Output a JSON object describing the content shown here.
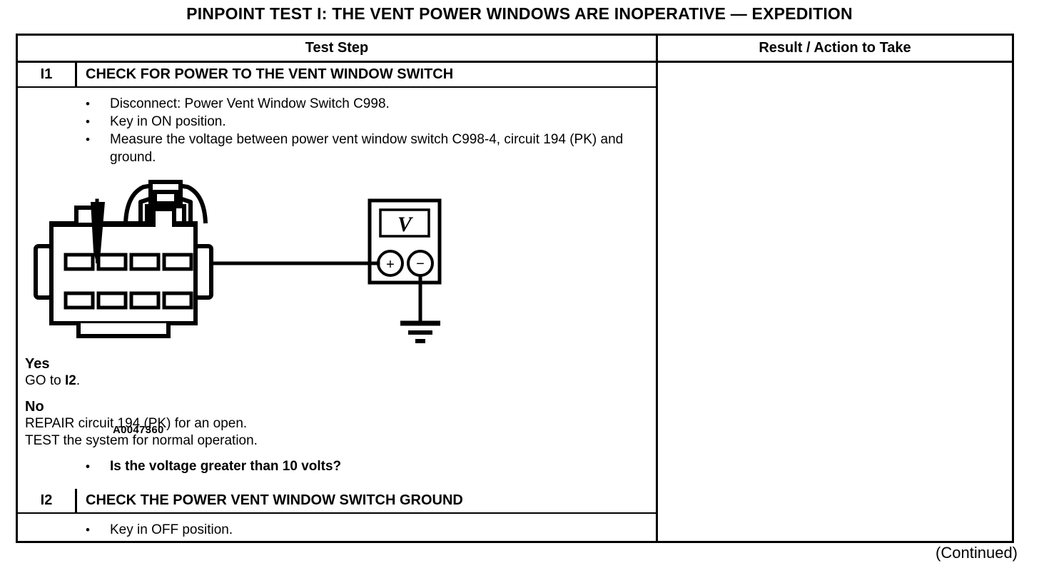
{
  "document": {
    "title": "PINPOINT TEST I: THE VENT POWER WINDOWS ARE INOPERATIVE — EXPEDITION",
    "footer_note": "(Continued)"
  },
  "table": {
    "headers": {
      "test_step": "Test Step",
      "result_action": "Result / Action to Take"
    },
    "steps": [
      {
        "id": "I1",
        "title": "CHECK FOR POWER TO THE VENT WINDOW SWITCH",
        "bullets": [
          "Disconnect: Power Vent Window Switch C998.",
          "Key in ON position.",
          "Measure the voltage between power vent window switch C998-4, circuit 194 (PK) and ground."
        ],
        "question": "Is the voltage greater than 10 volts?",
        "figure_id": "A0047360",
        "result": {
          "yes_label": "Yes",
          "yes_text_pre": "GO to ",
          "yes_text_link": "I2",
          "yes_text_post": ".",
          "no_label": "No",
          "no_lines": [
            "REPAIR circuit 194 (PK) for an open.",
            "TEST the system for normal operation."
          ]
        }
      },
      {
        "id": "I2",
        "title": "CHECK THE POWER VENT WINDOW SWITCH GROUND",
        "bullets": [
          "Key in OFF position."
        ]
      }
    ],
    "bullet_glyph": "•"
  },
  "figure": {
    "meter_display": "V",
    "probe_positive": "+",
    "probe_negative": "−",
    "connector_cavity_count": 8,
    "connector_rows": 2,
    "connector_columns": 4,
    "ground_symbol": "earth-ground"
  }
}
